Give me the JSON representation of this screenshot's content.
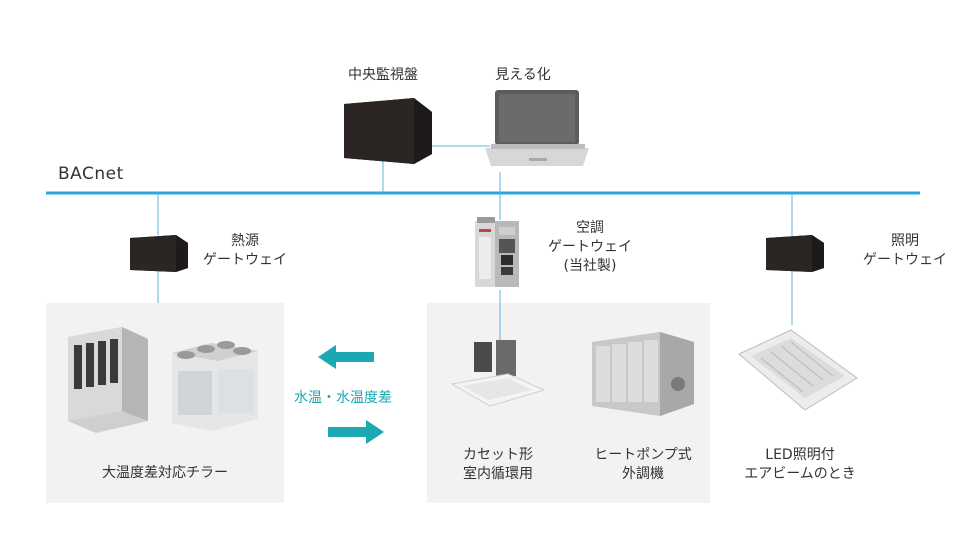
{
  "network": {
    "label": "BACnet"
  },
  "top": {
    "central_monitor": {
      "label": "中央監視盤"
    },
    "visualization": {
      "label": "見える化"
    }
  },
  "gateways": {
    "heat_source": {
      "line1": "熱源",
      "line2": "ゲートウェイ"
    },
    "air_conditioning": {
      "line1": "空調",
      "line2": "ゲートウェイ",
      "line3": "(当社製)"
    },
    "lighting": {
      "line1": "照明",
      "line2": "ゲートウェイ"
    }
  },
  "flow": {
    "label": "水温・水温度差"
  },
  "equipment": {
    "chiller": {
      "label": "大温度差対応チラー"
    },
    "cassette": {
      "line1": "カセット形",
      "line2": "室内循環用"
    },
    "heat_pump": {
      "line1": "ヒートポンプ式",
      "line2": "外調機"
    },
    "led": {
      "line1": "LED照明付",
      "line2": "エアビームのとき"
    }
  },
  "colors": {
    "bus": "#2aa7d8",
    "arrow": "#1ba8b2",
    "panel": "#f2f2f2",
    "device_dark": "#2b2523"
  }
}
